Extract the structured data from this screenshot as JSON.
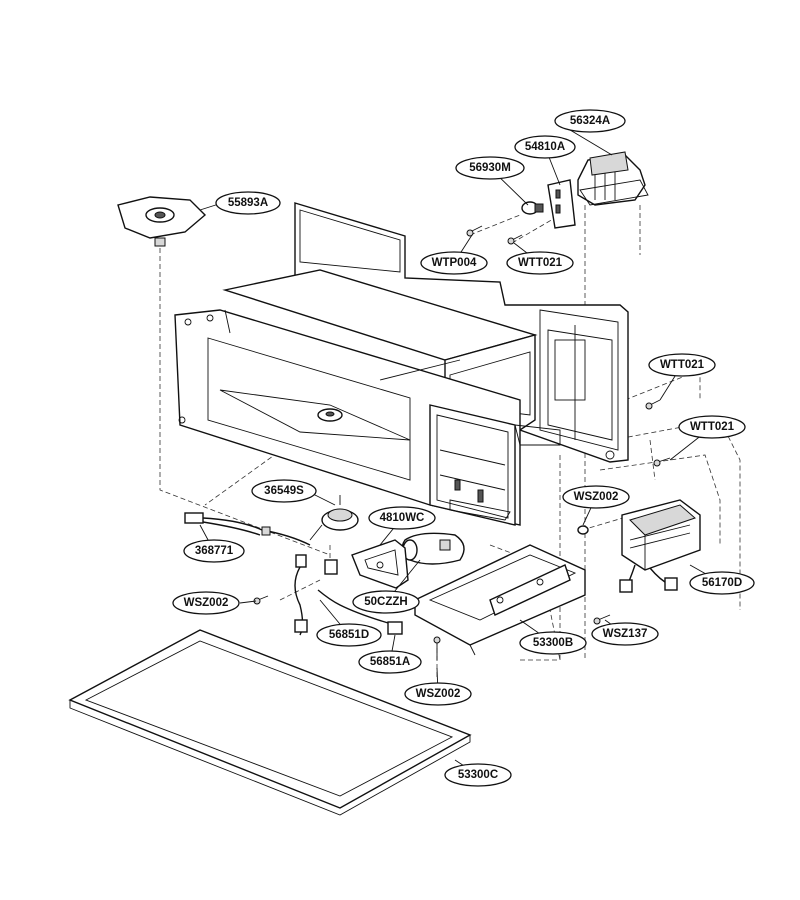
{
  "parts": {
    "p56324A": "56324A",
    "p54810A": "54810A",
    "p56930M": "56930M",
    "p55893A": "55893A",
    "pWTP004": "WTP004",
    "pWTT021_top": "WTT021",
    "pWTT021_right1": "WTT021",
    "pWTT021_right2": "WTT021",
    "p36549S": "36549S",
    "p4810WC": "4810WC",
    "pWSZ002_right": "WSZ002",
    "p368771": "368771",
    "pWSZ002_left": "WSZ002",
    "p50CZZH": "50CZZH",
    "p56851D": "56851D",
    "p56851A": "56851A",
    "p53300B": "53300B",
    "pWSZ137": "WSZ137",
    "p56170D": "56170D",
    "pWSZ002_bottom": "WSZ002",
    "p53300C": "53300C"
  }
}
